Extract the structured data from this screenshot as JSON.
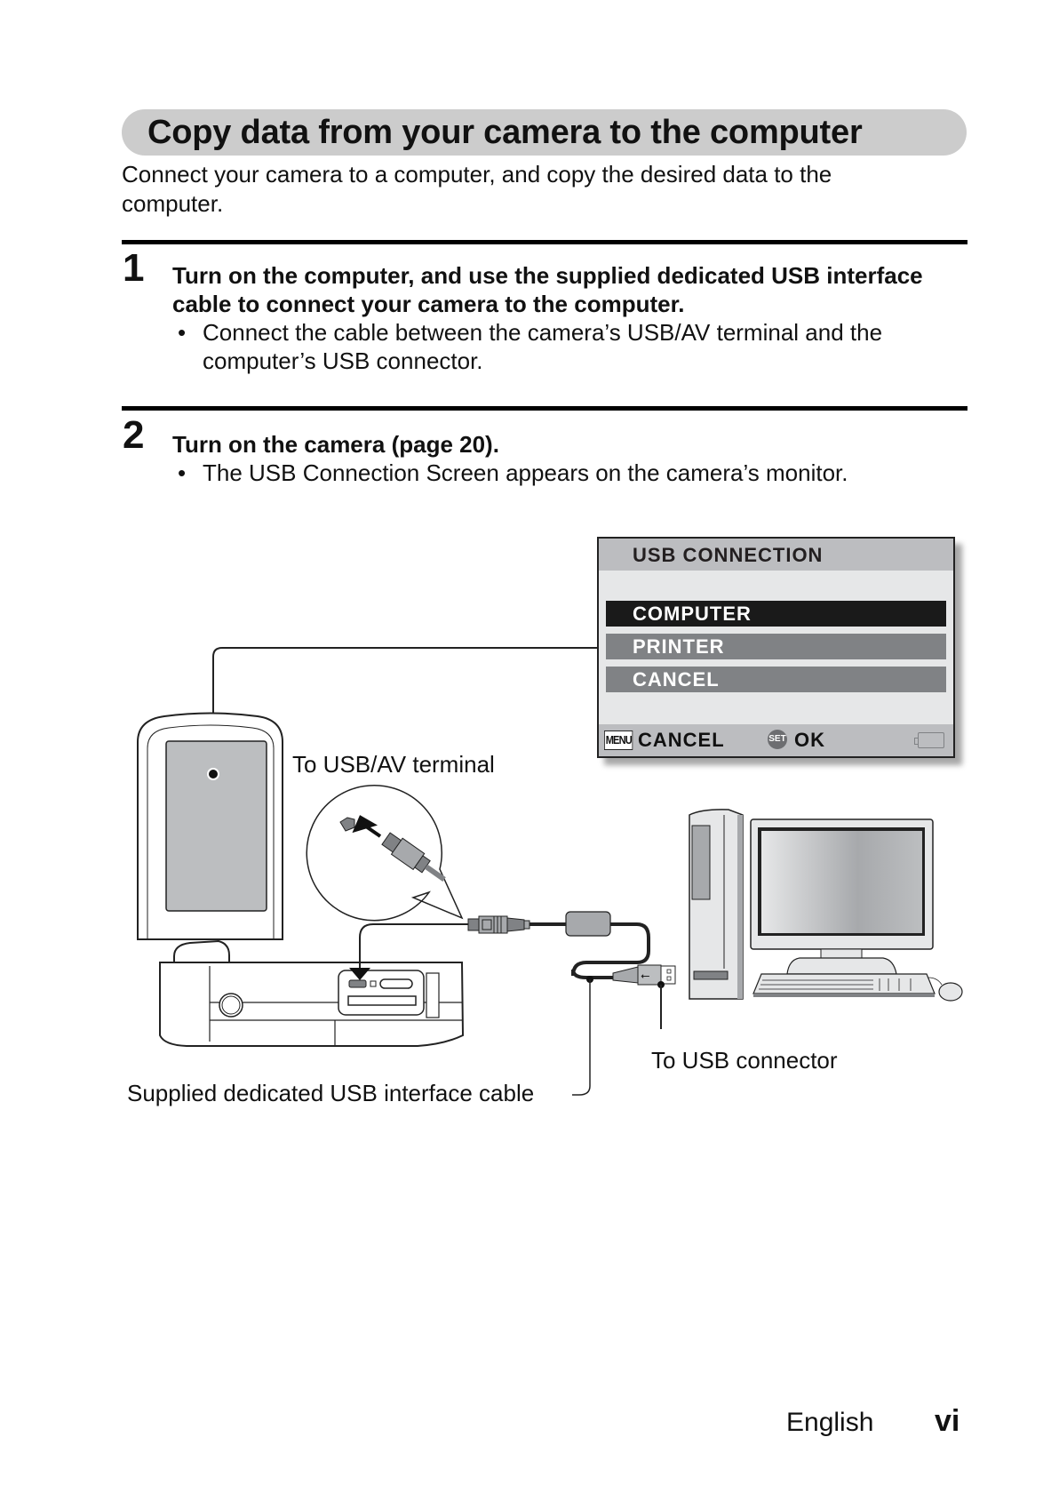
{
  "page": {
    "title": "Copy data from your camera to the computer",
    "intro_line1": "Connect your camera to a computer, and copy the desired data to the",
    "intro_line2": "computer."
  },
  "steps": [
    {
      "number": "1",
      "heading_line1": "Turn on the computer, and use the supplied dedicated USB interface",
      "heading_line2": "cable to connect your camera to the computer.",
      "bullet_symbol": "•",
      "bullet_line1": "Connect the cable between the camera’s USB/AV terminal and the",
      "bullet_line2": "computer’s USB connector."
    },
    {
      "number": "2",
      "heading_line1": "Turn on the camera  (page 20).",
      "bullet_symbol": "•",
      "bullet_line1": "The USB Connection Screen appears on the camera’s monitor."
    }
  ],
  "usb_screen": {
    "title": "USB CONNECTION",
    "items": [
      {
        "label": "COMPUTER",
        "selected": true
      },
      {
        "label": "PRINTER",
        "selected": false
      },
      {
        "label": "CANCEL",
        "selected": false
      }
    ],
    "footer": {
      "menu_key": "MENU",
      "cancel_label": "CANCEL",
      "set_key": "SET",
      "ok_label": "OK",
      "battery_icon": "battery-icon"
    }
  },
  "diagram": {
    "label_usb_av_terminal": "To USB/AV terminal",
    "label_usb_connector": "To USB connector",
    "label_cable": "Supplied dedicated USB interface cable"
  },
  "footer": {
    "language": "English",
    "page_number": "vi"
  },
  "colors": {
    "title_pill": "#cccccc",
    "lcd_bg": "#e6e7e8",
    "lcd_band": "#bcbdc0",
    "item_selected": "#1a1a1a",
    "item_normal": "#808285",
    "illustration_fill": "#bcbec0"
  }
}
